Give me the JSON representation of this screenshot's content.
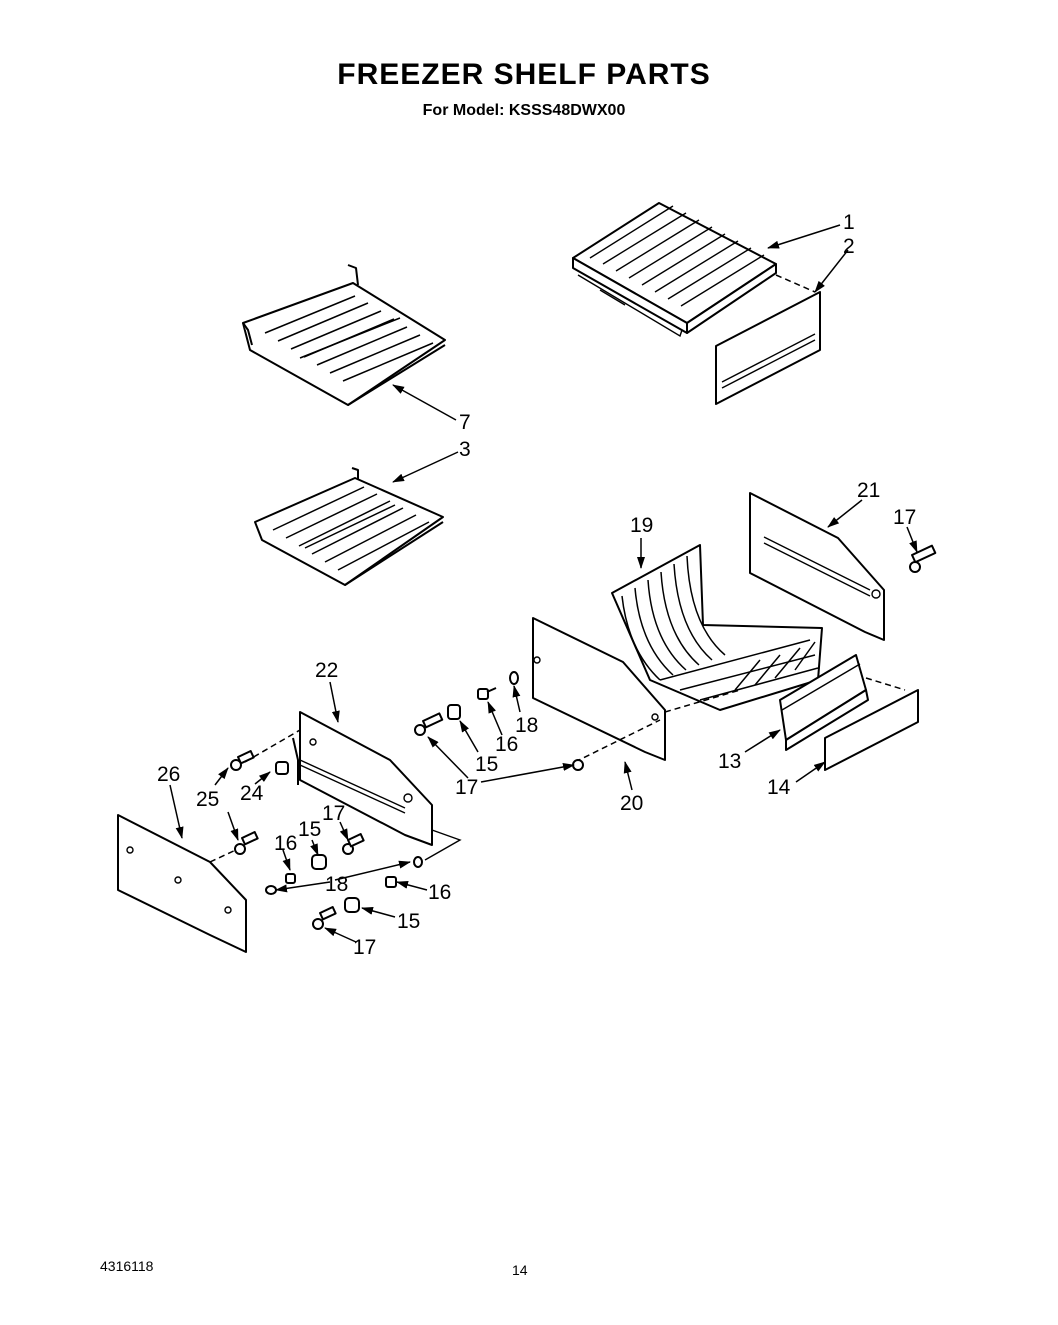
{
  "header": {
    "title": "FREEZER SHELF PARTS",
    "model_line": "For Model: KSSS48DWX00"
  },
  "footer": {
    "doc_number": "4316118",
    "page_number": "14"
  },
  "callouts": {
    "p1": "1",
    "p2": "2",
    "p3": "3",
    "p7": "7",
    "p13": "13",
    "p14": "14",
    "p15a": "15",
    "p15b": "15",
    "p15c": "15",
    "p16a": "16",
    "p16b": "16",
    "p16c": "16",
    "p17a": "17",
    "p17b": "17",
    "p17c": "17",
    "p17d": "17",
    "p18a": "18",
    "p18b": "18",
    "p19": "19",
    "p20": "20",
    "p21": "21",
    "p22": "22",
    "p24": "24",
    "p25": "25",
    "p26": "26"
  }
}
